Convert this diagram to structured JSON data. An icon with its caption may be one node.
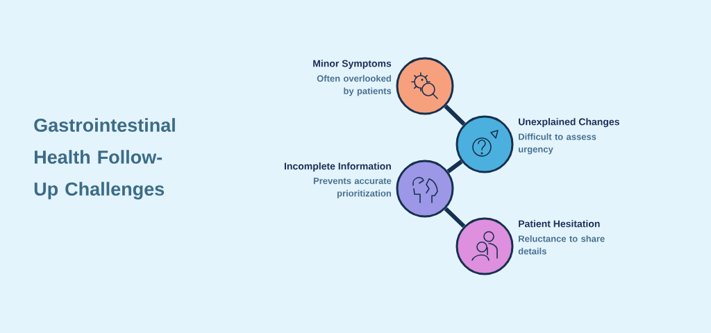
{
  "diagram": {
    "title": "Gastrointestinal Health Follow-Up Challenges",
    "nodes": [
      {
        "text": [
          "Minor Symptoms",
          "Often overlooked by patients"
        ]
      },
      {
        "text": [
          "Unexplained Changes",
          "Difficult to assess urgency"
        ]
      },
      {
        "text": [
          "Incomplete Information",
          "Prevents accurate prioritization"
        ]
      },
      {
        "text": [
          "Patient Hesitation",
          "Reluctance to share details"
        ]
      }
    ],
    "edges": [
      {
        "from": 0,
        "to": 1,
        "arrow": "none"
      },
      {
        "from": 1,
        "to": 2,
        "arrow": "none"
      },
      {
        "from": 2,
        "to": 3,
        "arrow": "none"
      }
    ]
  }
}
